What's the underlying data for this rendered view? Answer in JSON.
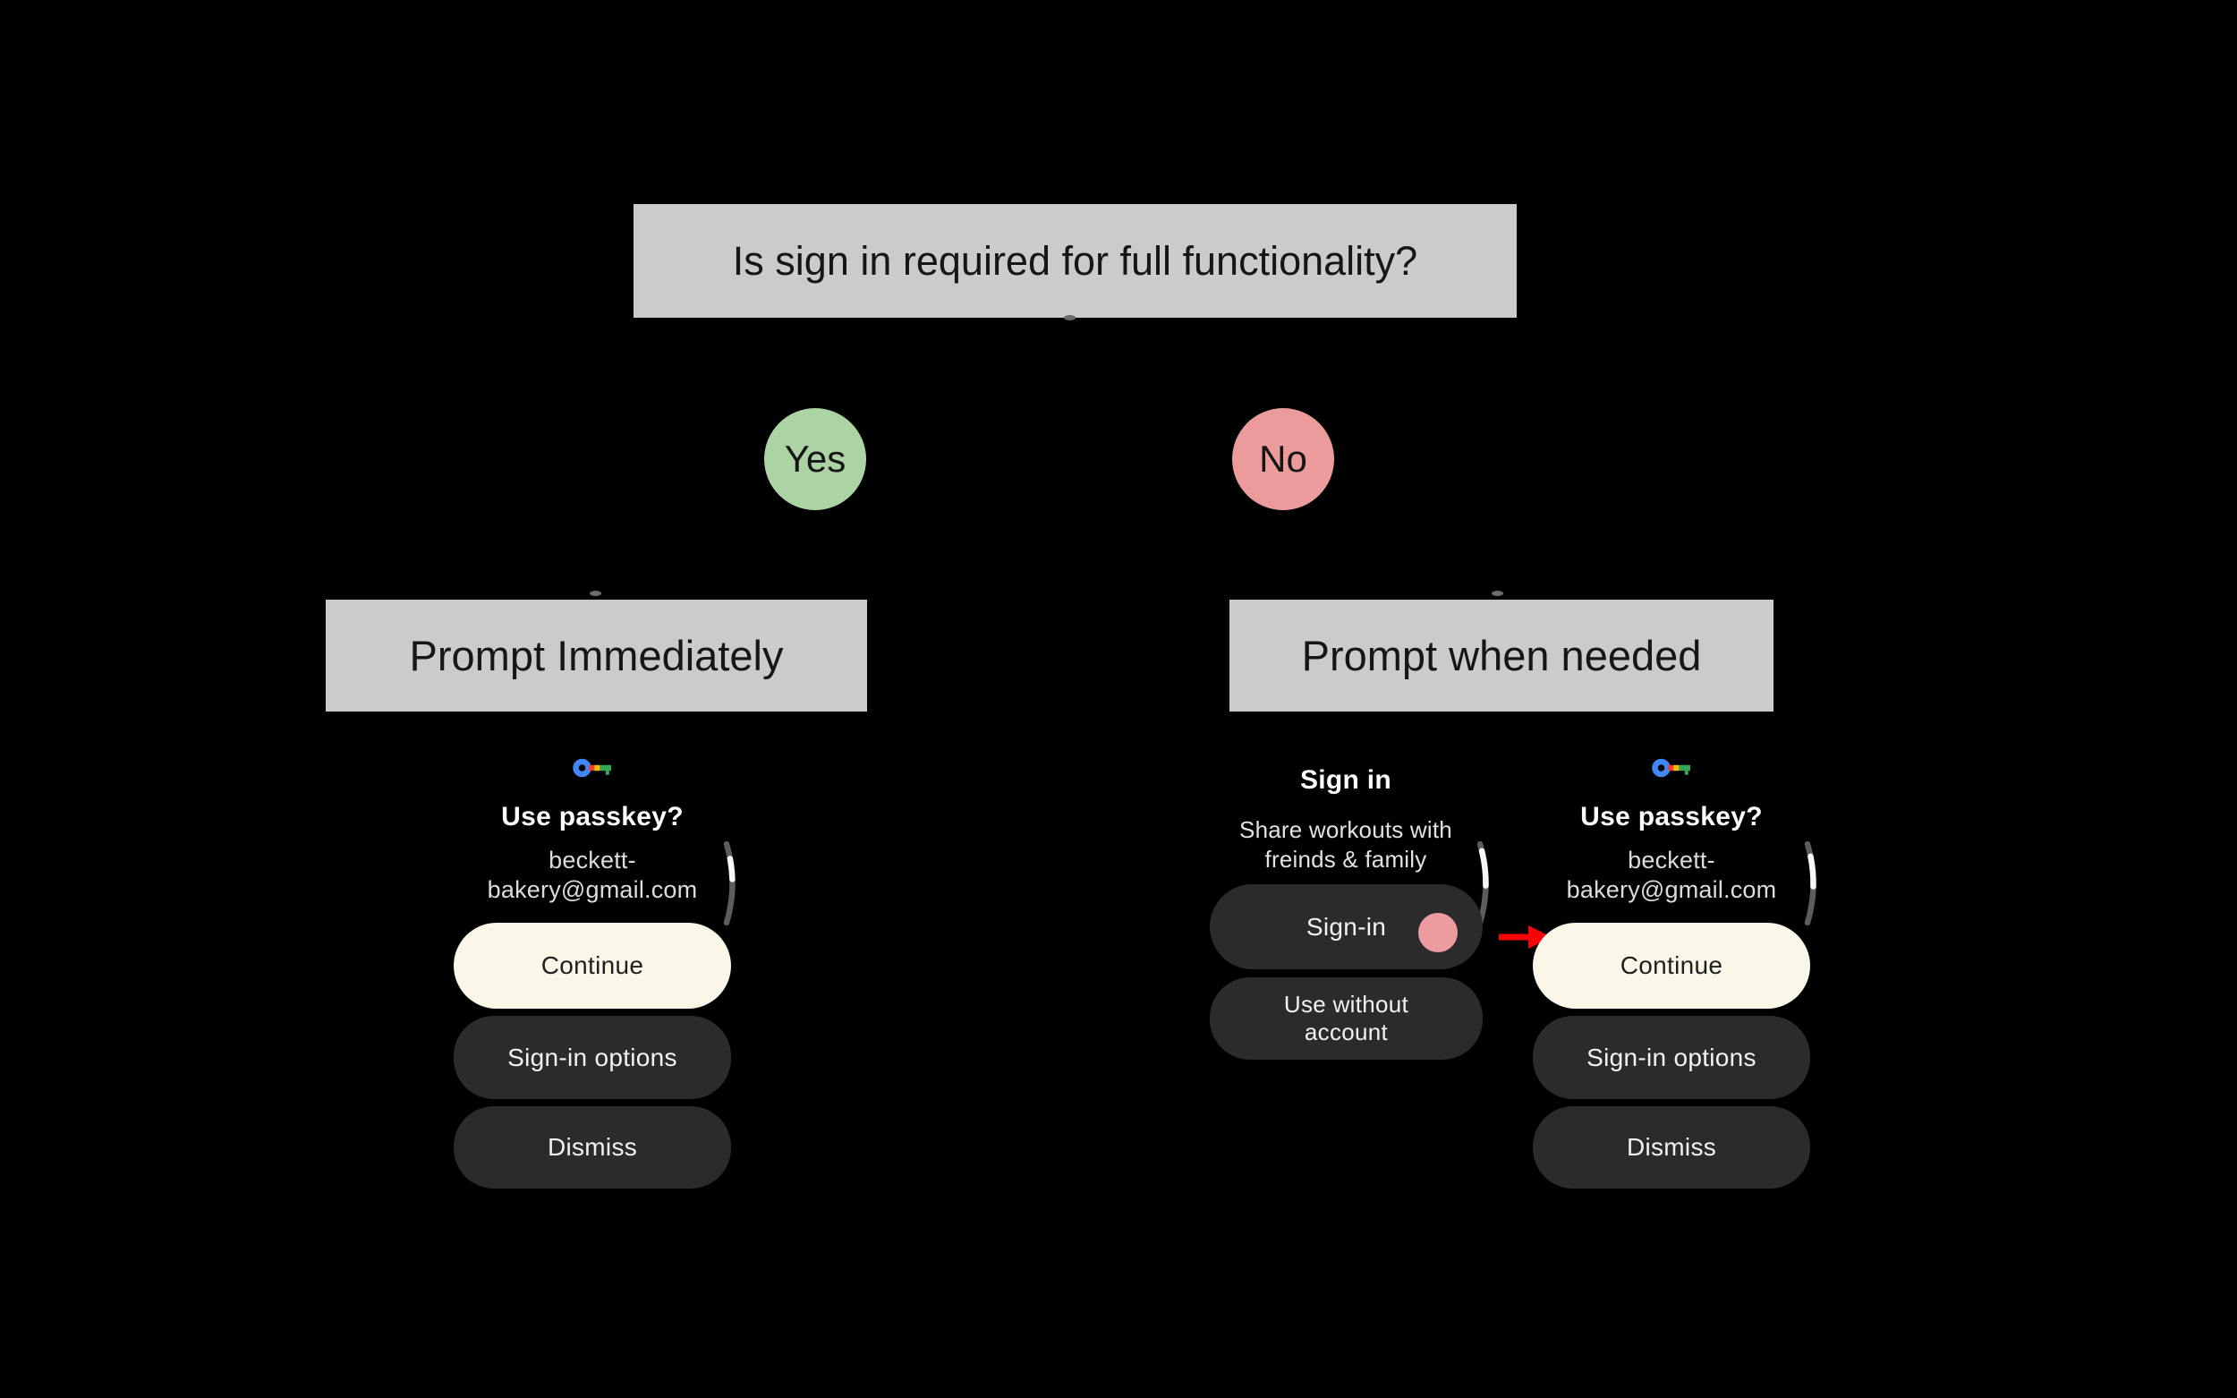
{
  "flowchart": {
    "question": "Is sign in required for full functionality?",
    "yes_label": "Yes",
    "no_label": "No",
    "branch_yes_title": "Prompt Immediately",
    "branch_no_title": "Prompt when needed"
  },
  "passkey_screen": {
    "title": "Use passkey?",
    "email_line1": "beckett-",
    "email_line2": "bakery@gmail.com",
    "continue_label": "Continue",
    "sign_in_options_label": "Sign-in options",
    "dismiss_label": "Dismiss"
  },
  "sign_in_screen": {
    "title": "Sign in",
    "subtitle_line1": "Share workouts with",
    "subtitle_line2": "freinds & family",
    "sign_in_label": "Sign-in",
    "use_without_account_line1": "Use without",
    "use_without_account_line2": "account"
  },
  "icons": {
    "passkey": "google-passkey-key-icon",
    "scroll_indicator": "curved-scrollbar-arc",
    "annotation_arrow": "red-arrow-right",
    "annotation_dot": "pink-highlight-dot"
  },
  "colors": {
    "background": "#000000",
    "flow_box_gray": "#cbcbcb",
    "yes_green": "#abd3a3",
    "no_pink": "#ec9b9b",
    "continue_cream": "#faf6e8",
    "dark_button": "#2b2b2b",
    "annotation_pink_dot": "#ec9b9e",
    "annotation_arrow_red": "#f50505",
    "passkey_blue": "#4285f4",
    "passkey_red": "#ea4335",
    "passkey_yellow": "#fbbc05",
    "passkey_green": "#34a853"
  }
}
